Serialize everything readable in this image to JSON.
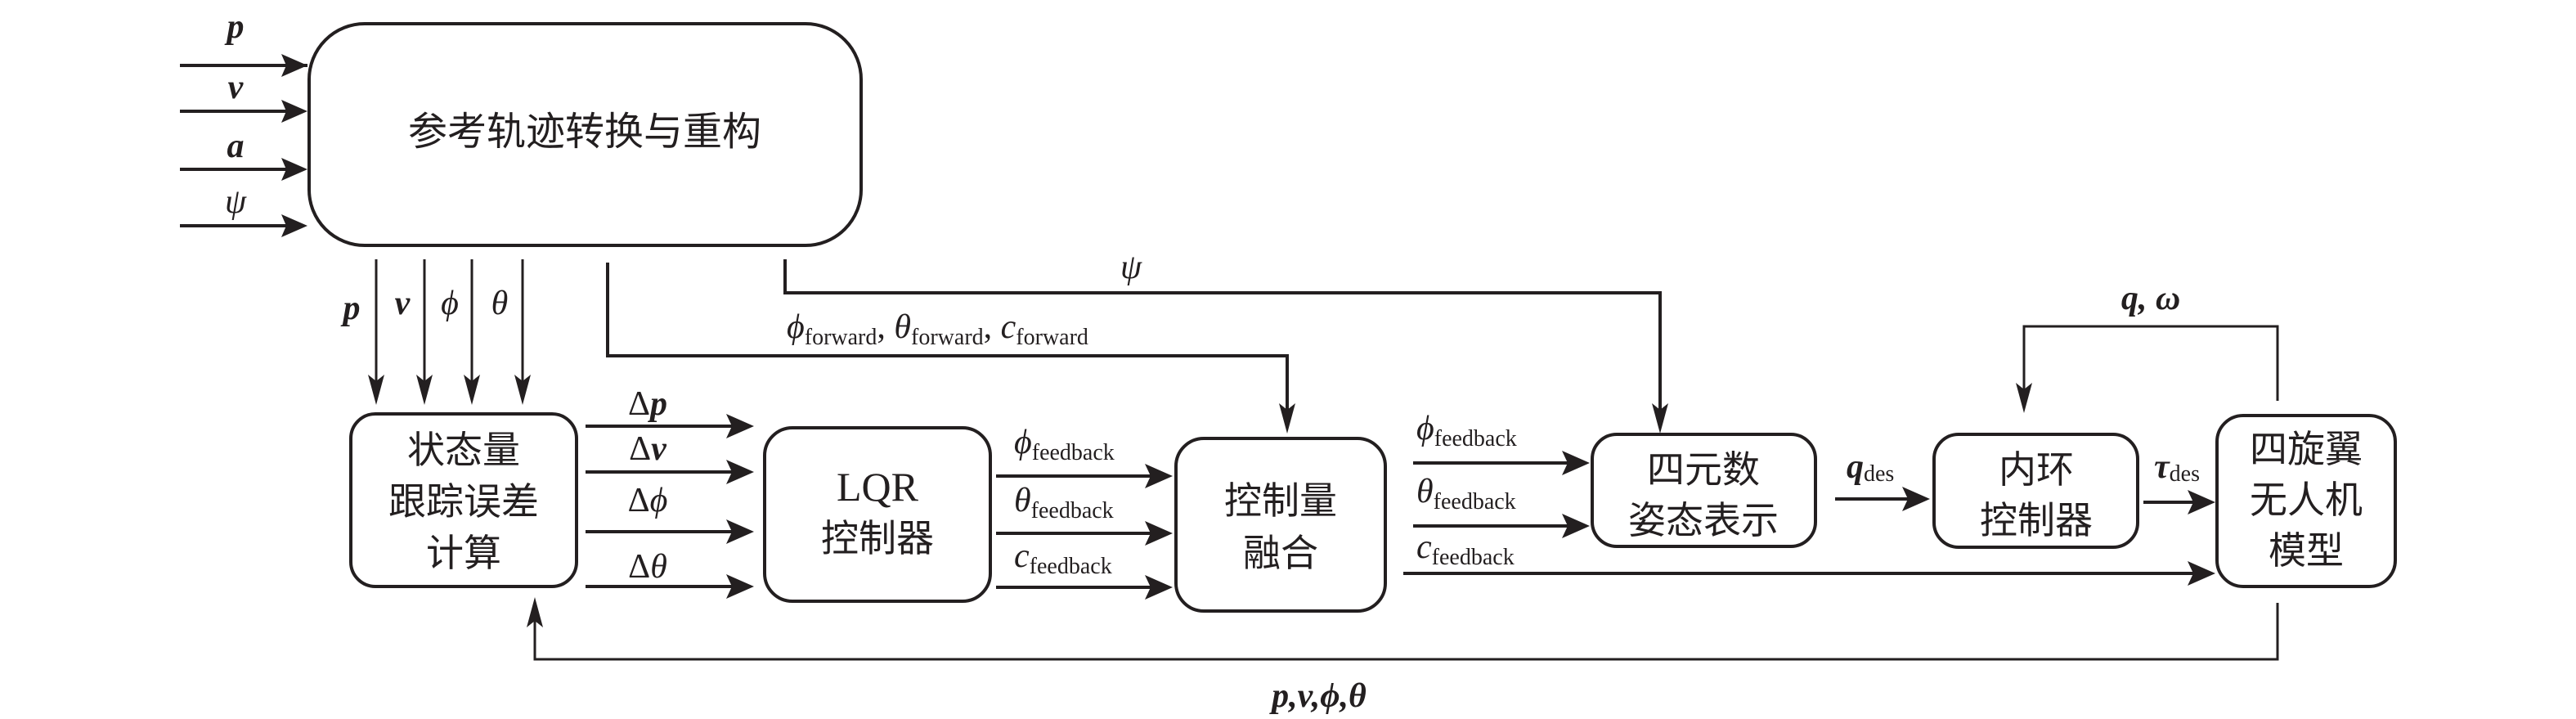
{
  "blocks": {
    "reference": {
      "label": "参考轨迹转换与重构"
    },
    "state_error": {
      "lines": [
        "状态量",
        "跟踪误差",
        "计算"
      ]
    },
    "lqr": {
      "lines": [
        "LQR",
        "控制器"
      ]
    },
    "fusion": {
      "lines": [
        "控制量",
        "融合"
      ]
    },
    "quaternion": {
      "lines": [
        "四元数",
        "姿态表示"
      ]
    },
    "inner_loop": {
      "lines": [
        "内环",
        "控制器"
      ]
    },
    "quadrotor": {
      "lines": [
        "四旋翼",
        "无人机",
        "模型"
      ]
    }
  },
  "signals": {
    "inputs": [
      {
        "symbol": "p",
        "bold": true
      },
      {
        "symbol": "v",
        "bold": true
      },
      {
        "symbol": "a",
        "bold": true
      },
      {
        "symbol": "ψ",
        "bold": false
      }
    ],
    "reference_outputs": [
      {
        "symbol": "p",
        "bold": true
      },
      {
        "symbol": "v",
        "bold": true
      },
      {
        "symbol": "ϕ",
        "bold": false
      },
      {
        "symbol": "θ",
        "bold": false
      }
    ],
    "yaw": {
      "symbol": "ψ"
    },
    "forward": {
      "items": [
        {
          "symbol": "ϕ",
          "sub": "forward"
        },
        {
          "symbol": "θ",
          "sub": "forward"
        },
        {
          "symbol": "c",
          "sub": "forward"
        }
      ],
      "separator": ", "
    },
    "errors": [
      {
        "prefix": "Δ",
        "symbol": "p",
        "bold": true
      },
      {
        "prefix": "Δ",
        "symbol": "v",
        "bold": true
      },
      {
        "prefix": "Δ",
        "symbol": "ϕ",
        "bold": false
      },
      {
        "prefix": "Δ",
        "symbol": "θ",
        "bold": false
      }
    ],
    "lqr_feedback": [
      {
        "symbol": "ϕ",
        "sub": "feedback"
      },
      {
        "symbol": "θ",
        "sub": "feedback"
      },
      {
        "symbol": "c",
        "sub": "feedback"
      }
    ],
    "fusion_outputs": [
      {
        "symbol": "ϕ",
        "sub": "feedback"
      },
      {
        "symbol": "θ",
        "sub": "feedback"
      },
      {
        "symbol": "c",
        "sub": "feedback"
      }
    ],
    "q_des": {
      "symbol": "q",
      "sub": "des"
    },
    "tau_des": {
      "symbol": "τ",
      "sub": "des"
    },
    "inner_feedback": {
      "label": "q, ω"
    },
    "outer_feedback": {
      "label": "p,v,ϕ,θ"
    }
  }
}
